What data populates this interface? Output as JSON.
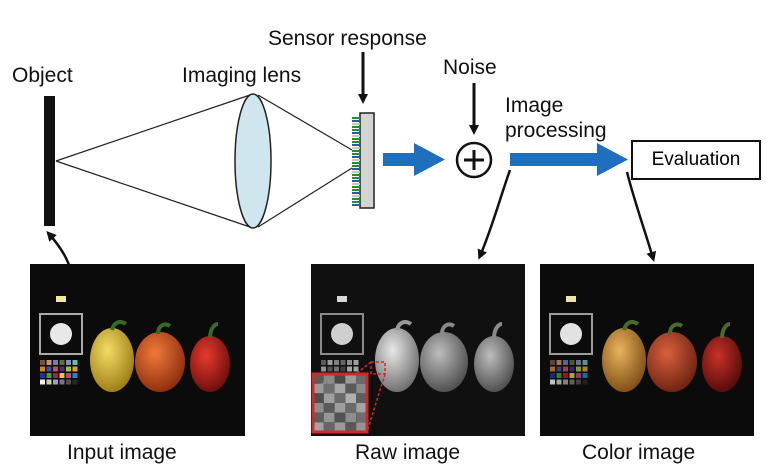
{
  "labels": {
    "object": "Object",
    "imaging_lens": "Imaging lens",
    "sensor_response": "Sensor response",
    "noise": "Noise",
    "image_processing_line1": "Image",
    "image_processing_line2": "processing",
    "evaluation": "Evaluation",
    "plus_symbol": "+"
  },
  "captions": {
    "input_image": "Input image",
    "raw_image": "Raw image",
    "color_image": "Color image"
  },
  "colors": {
    "flow_arrow": "#1f6fbf",
    "lens_fill": "#cfe6ee",
    "crop_highlight": "#d12828",
    "photo_background": "#0b0b0b"
  },
  "icons": {
    "noise_adder": "circled-plus-icon",
    "sensor": "sensor-array-icon",
    "lens": "biconvex-lens-icon"
  }
}
